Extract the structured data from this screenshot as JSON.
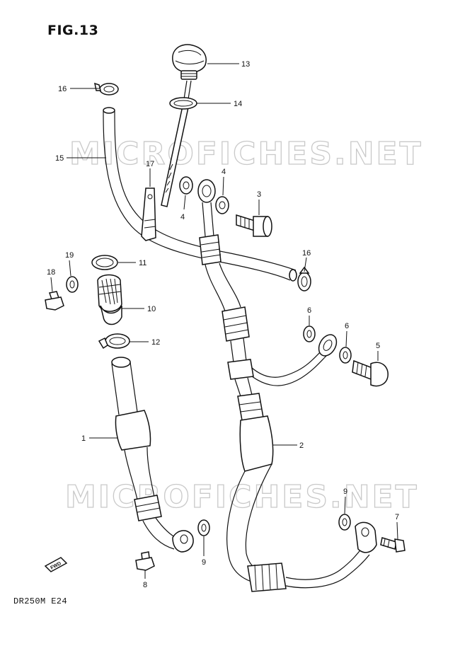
{
  "figure": {
    "title": "FIG.13",
    "model_code": "DR250M  E24"
  },
  "watermark": {
    "text": "MICROFICHES.NET"
  },
  "direction_mark": {
    "text": "FWD"
  },
  "callouts": [
    {
      "id": "c13",
      "label": "13"
    },
    {
      "id": "c16a",
      "label": "16"
    },
    {
      "id": "c14",
      "label": "14"
    },
    {
      "id": "c15",
      "label": "15"
    },
    {
      "id": "c17",
      "label": "17"
    },
    {
      "id": "c4a",
      "label": "4"
    },
    {
      "id": "c4b",
      "label": "4"
    },
    {
      "id": "c3",
      "label": "3"
    },
    {
      "id": "c19",
      "label": "19"
    },
    {
      "id": "c18",
      "label": "18"
    },
    {
      "id": "c11",
      "label": "11"
    },
    {
      "id": "c16b",
      "label": "16"
    },
    {
      "id": "c10",
      "label": "10"
    },
    {
      "id": "c6a",
      "label": "6"
    },
    {
      "id": "c6b",
      "label": "6"
    },
    {
      "id": "c12",
      "label": "12"
    },
    {
      "id": "c5",
      "label": "5"
    },
    {
      "id": "c1",
      "label": "1"
    },
    {
      "id": "c2",
      "label": "2"
    },
    {
      "id": "c9a",
      "label": "9"
    },
    {
      "id": "c9b",
      "label": "9"
    },
    {
      "id": "c7",
      "label": "7"
    },
    {
      "id": "c8",
      "label": "8"
    }
  ]
}
